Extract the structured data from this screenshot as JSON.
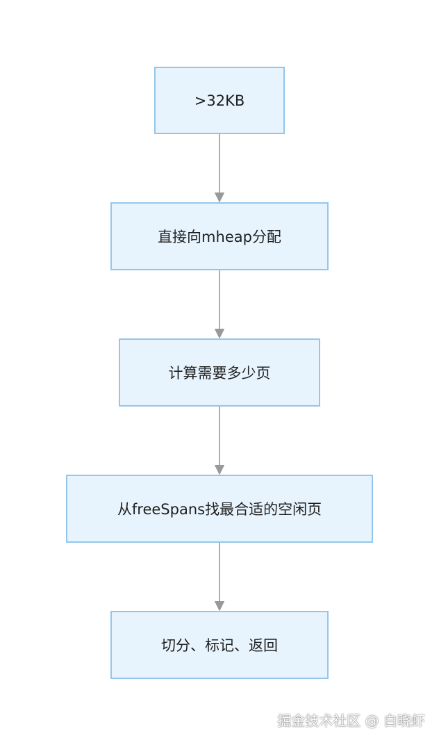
{
  "diagram": {
    "nodes": [
      {
        "id": "n1",
        "label": ">32KB"
      },
      {
        "id": "n2",
        "label": "直接向mheap分配"
      },
      {
        "id": "n3",
        "label": "计算需要多少页"
      },
      {
        "id": "n4",
        "label": "从freeSpans找最合适的空闲页"
      },
      {
        "id": "n5",
        "label": "切分、标记、返回"
      }
    ],
    "edges": [
      {
        "from": "n1",
        "to": "n2"
      },
      {
        "from": "n2",
        "to": "n3"
      },
      {
        "from": "n3",
        "to": "n4"
      },
      {
        "from": "n4",
        "to": "n5"
      }
    ]
  },
  "colors": {
    "node_fill": "#e8f4fd",
    "node_border": "#94c6ec",
    "edge": "#999999"
  },
  "watermark": "掘金技术社区 @ 白晓虾"
}
